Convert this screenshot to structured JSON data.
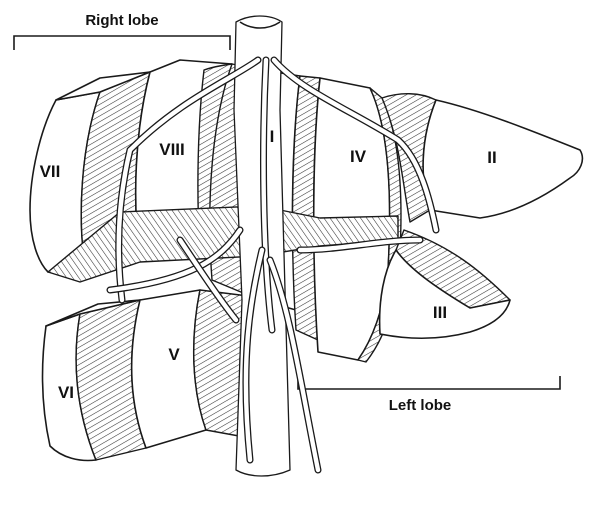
{
  "labels": {
    "right_lobe": "Right lobe",
    "left_lobe": "Left lobe"
  },
  "segments": {
    "I": "I",
    "II": "II",
    "III": "III",
    "IV": "IV",
    "V": "V",
    "VI": "VI",
    "VII": "VII",
    "VIII": "VIII"
  },
  "colors": {
    "ink": "#1a1a1a",
    "background": "#ffffff"
  }
}
